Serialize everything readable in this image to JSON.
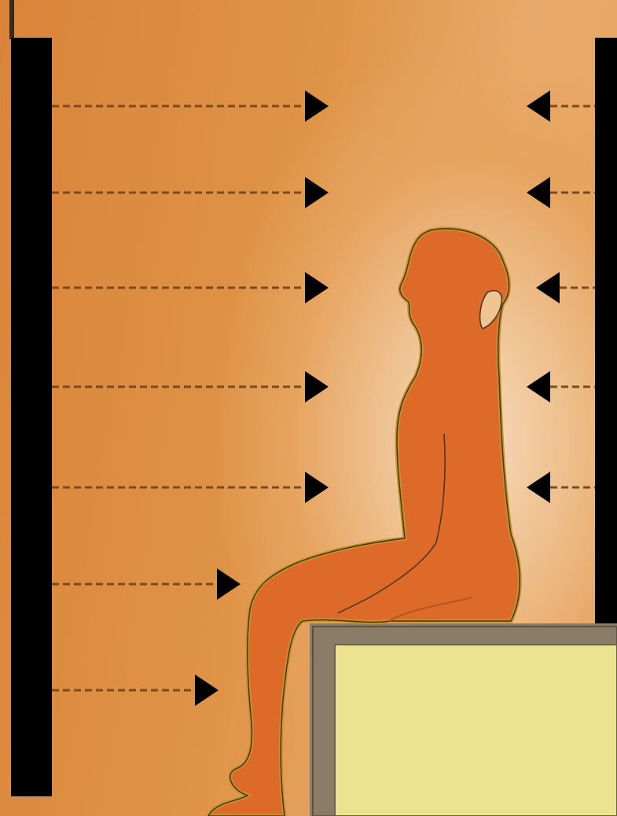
{
  "diagram": {
    "left_wall_label": "",
    "colors": {
      "background_warm": "#e39a50",
      "background_glow": "#f6dcbc",
      "heater_panel": "#000000",
      "arrow": "#000000",
      "dash_line": "#7a4a20",
      "body_fill": "#dd6a28",
      "body_outline": "#c88a2a",
      "bench_frame": "#8b7c68",
      "bench_seat": "#ece391"
    },
    "icons": {
      "left_panel": "infrared-heater-panel",
      "right_panel": "infrared-heater-panel",
      "arrows": "arrow-head",
      "person": "seated-person-silhouette",
      "bench": "sauna-bench"
    },
    "left_rays_count": 7,
    "right_rays_count": 5
  }
}
